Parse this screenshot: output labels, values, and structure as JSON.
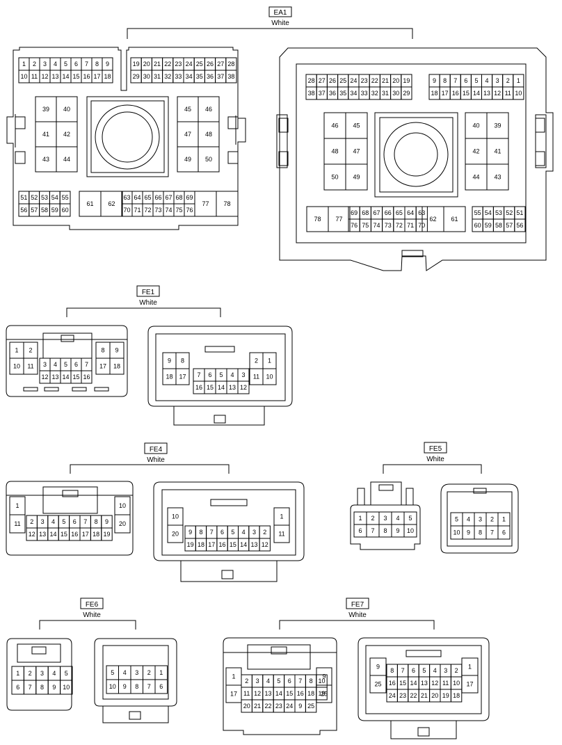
{
  "connectors": [
    {
      "id": "EA1",
      "color": "White",
      "halves": [
        {
          "pins": [
            "1",
            "2",
            "3",
            "4",
            "5",
            "6",
            "7",
            "8",
            "9",
            "10",
            "11",
            "12",
            "13",
            "14",
            "15",
            "16",
            "17",
            "18",
            "19",
            "20",
            "21",
            "22",
            "23",
            "24",
            "25",
            "26",
            "27",
            "28",
            "29",
            "30",
            "31",
            "32",
            "33",
            "34",
            "35",
            "36",
            "37",
            "38",
            "39",
            "40",
            "41",
            "42",
            "43",
            "44",
            "45",
            "46",
            "47",
            "48",
            "49",
            "50",
            "51",
            "52",
            "53",
            "54",
            "55",
            "56",
            "57",
            "58",
            "59",
            "60",
            "61",
            "62",
            "63",
            "64",
            "65",
            "66",
            "67",
            "68",
            "69",
            "70",
            "71",
            "72",
            "73",
            "74",
            "75",
            "76",
            "77",
            "78"
          ]
        },
        {
          "pins": [
            "28",
            "27",
            "26",
            "25",
            "24",
            "23",
            "22",
            "21",
            "20",
            "19",
            "38",
            "37",
            "36",
            "35",
            "34",
            "33",
            "32",
            "31",
            "30",
            "29",
            "9",
            "8",
            "7",
            "6",
            "5",
            "4",
            "3",
            "2",
            "1",
            "18",
            "17",
            "16",
            "15",
            "14",
            "13",
            "12",
            "11",
            "10",
            "46",
            "45",
            "48",
            "47",
            "50",
            "49",
            "40",
            "39",
            "42",
            "41",
            "44",
            "43",
            "78",
            "77",
            "69",
            "68",
            "67",
            "66",
            "65",
            "64",
            "63",
            "76",
            "75",
            "74",
            "73",
            "72",
            "71",
            "70",
            "62",
            "61",
            "55",
            "54",
            "53",
            "52",
            "51",
            "60",
            "59",
            "58",
            "57",
            "56"
          ]
        }
      ]
    },
    {
      "id": "FE1",
      "color": "White",
      "halves": [
        {
          "pins": [
            "1",
            "2",
            "10",
            "11",
            "3",
            "4",
            "5",
            "6",
            "7",
            "12",
            "13",
            "14",
            "15",
            "16",
            "8",
            "9",
            "17",
            "18"
          ]
        },
        {
          "pins": [
            "9",
            "8",
            "18",
            "17",
            "7",
            "6",
            "5",
            "4",
            "3",
            "16",
            "15",
            "14",
            "13",
            "12",
            "2",
            "1",
            "11",
            "10"
          ]
        }
      ]
    },
    {
      "id": "FE4",
      "color": "White",
      "halves": [
        {
          "pins": [
            "1",
            "11",
            "2",
            "3",
            "4",
            "5",
            "6",
            "7",
            "8",
            "9",
            "12",
            "13",
            "14",
            "15",
            "16",
            "17",
            "18",
            "19",
            "10",
            "20"
          ]
        },
        {
          "pins": [
            "10",
            "20",
            "9",
            "8",
            "7",
            "6",
            "5",
            "4",
            "3",
            "2",
            "19",
            "18",
            "17",
            "16",
            "15",
            "14",
            "13",
            "12",
            "1",
            "11"
          ]
        }
      ]
    },
    {
      "id": "FE5",
      "color": "White",
      "halves": [
        {
          "pins": [
            "1",
            "2",
            "3",
            "4",
            "5",
            "6",
            "7",
            "8",
            "9",
            "10"
          ]
        },
        {
          "pins": [
            "5",
            "4",
            "3",
            "2",
            "1",
            "10",
            "9",
            "8",
            "7",
            "6"
          ]
        }
      ]
    },
    {
      "id": "FE6",
      "color": "White",
      "halves": [
        {
          "pins": [
            "1",
            "2",
            "3",
            "4",
            "5",
            "6",
            "7",
            "8",
            "9",
            "10"
          ]
        },
        {
          "pins": [
            "5",
            "4",
            "3",
            "2",
            "1",
            "10",
            "9",
            "8",
            "7",
            "6"
          ]
        }
      ]
    },
    {
      "id": "FE7",
      "color": "White",
      "halves": [
        {
          "pins": [
            "1",
            "17",
            "2",
            "3",
            "4",
            "5",
            "6",
            "7",
            "8",
            "10",
            "11",
            "12",
            "13",
            "14",
            "15",
            "16",
            "18",
            "19",
            "20",
            "21",
            "22",
            "23",
            "24",
            "9",
            "25"
          ]
        },
        {
          "pins": [
            "9",
            "25",
            "8",
            "7",
            "6",
            "5",
            "4",
            "3",
            "2",
            "16",
            "15",
            "14",
            "13",
            "12",
            "11",
            "10",
            "24",
            "23",
            "22",
            "21",
            "20",
            "19",
            "18",
            "1",
            "17"
          ]
        }
      ]
    }
  ]
}
